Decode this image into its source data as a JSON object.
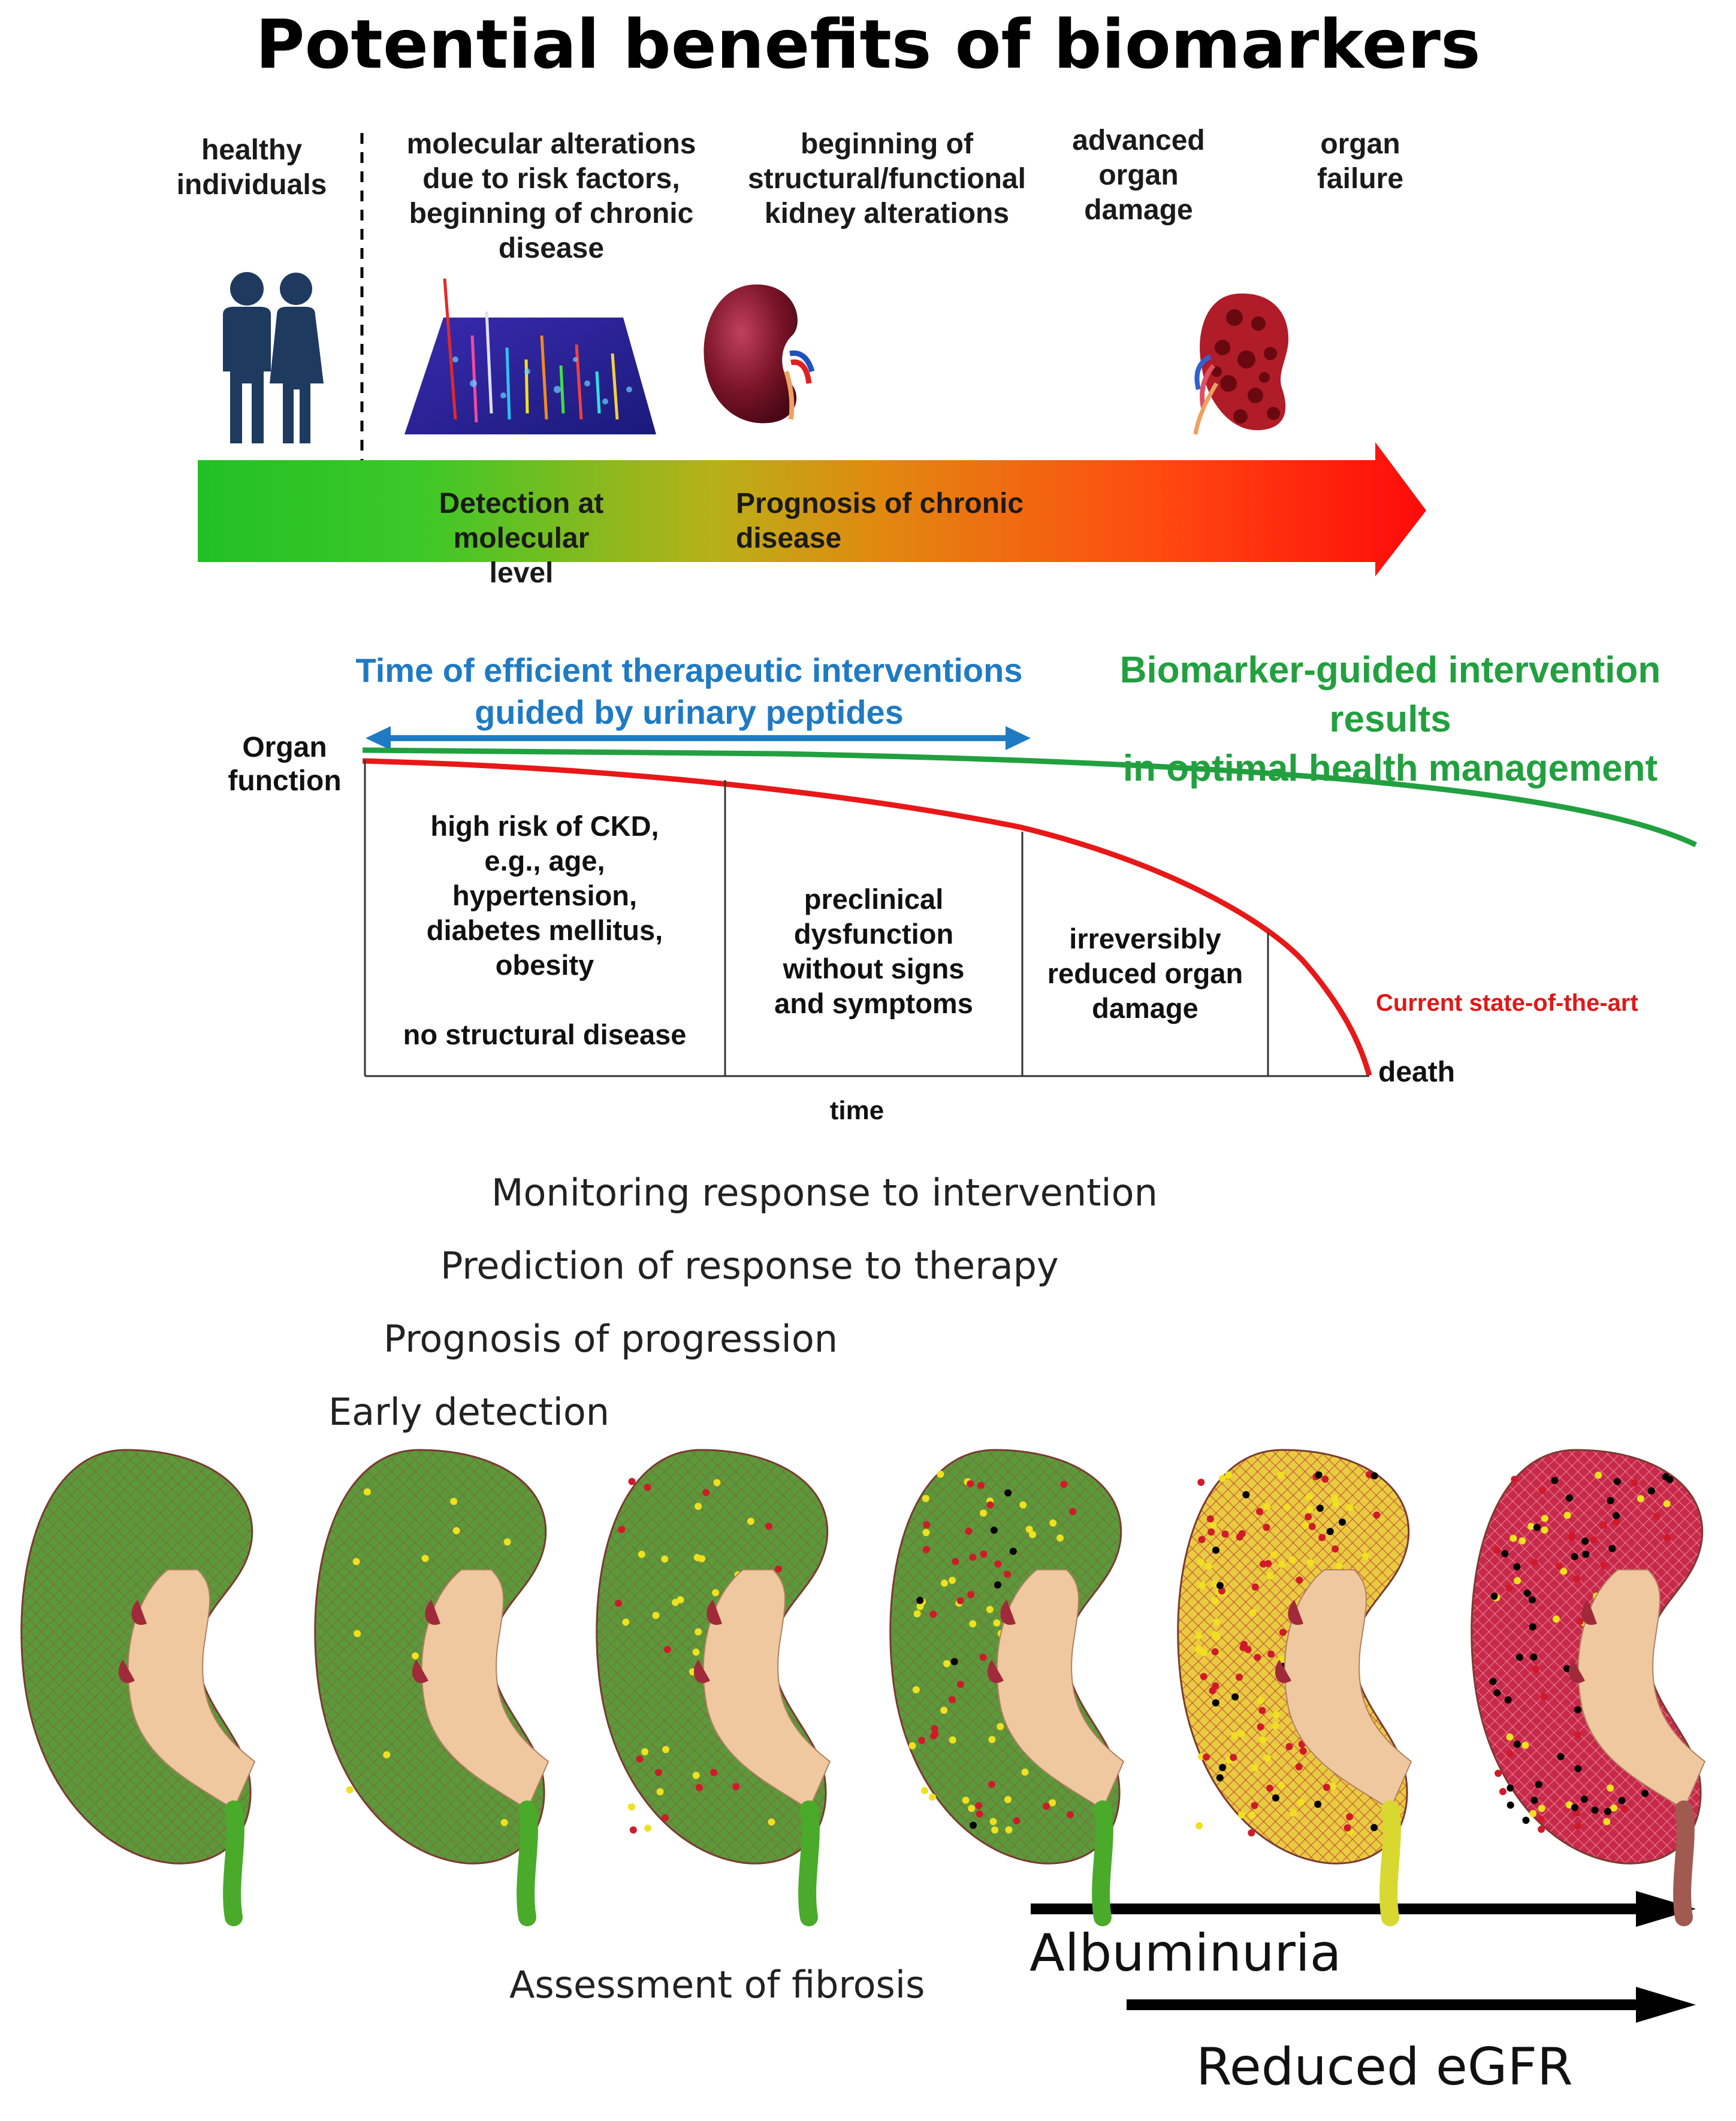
{
  "title": "Potential benefits of biomarkers",
  "stages": {
    "healthy": [
      "healthy",
      "individuals"
    ],
    "molecular": [
      "molecular alterations",
      "due to risk factors,",
      "beginning of chronic",
      "disease"
    ],
    "structural": [
      "beginning of",
      "structural/functional",
      "kidney alterations"
    ],
    "advanced": [
      "advanced",
      "organ",
      "damage"
    ],
    "failure": [
      "organ",
      "failure"
    ]
  },
  "bar": {
    "detection": [
      "Detection at",
      "molecular level"
    ],
    "prognosis": [
      "Prognosis of chronic",
      "disease"
    ]
  },
  "therapeutic": [
    "Time of efficient therapeutic interventions",
    "guided by urinary peptides"
  ],
  "guided": [
    "Biomarker-guided intervention results",
    "in optimal health management"
  ],
  "axis": {
    "y": [
      "Organ",
      "function"
    ],
    "x": "time",
    "end": "death"
  },
  "boxes": {
    "risk": [
      "high risk of CKD,",
      "e.g., age,",
      "hypertension,",
      "diabetes mellitus,",
      "obesity"
    ],
    "risk_note": "no structural disease",
    "preclinical": [
      "preclinical",
      "dysfunction",
      "without signs",
      "and symptoms"
    ],
    "irreversible": [
      "irreversibly",
      "reduced organ",
      "damage"
    ]
  },
  "current": "Current state-of-the-art",
  "applications": [
    "Monitoring response to intervention",
    "Prediction of response to therapy",
    "Prognosis of progression",
    "Early detection"
  ],
  "bottom": {
    "fibrosis": "Assessment of fibrosis",
    "albuminuria": "Albuminuria",
    "egfr": "Reduced eGFR"
  },
  "colors": {
    "bar_start": "#22c025",
    "bar_mid": "#d8a010",
    "bar_end": "#ff1010",
    "blue": "#1f7ac4",
    "green": "#22a040",
    "red": "#e01818"
  }
}
